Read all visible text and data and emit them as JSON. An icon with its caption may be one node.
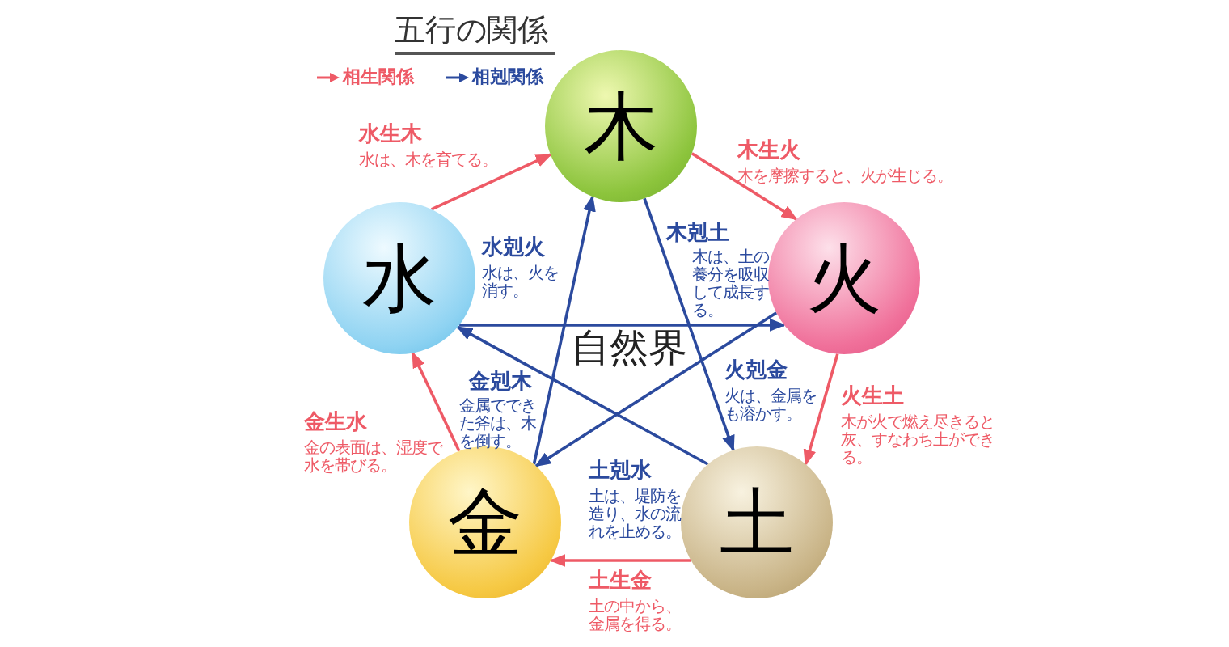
{
  "diagram": {
    "title": "五行の関係",
    "nodes": [
      {
        "text": [
          "木"
        ]
      },
      {
        "text": [
          "火"
        ]
      },
      {
        "text": [
          "土"
        ]
      },
      {
        "text": [
          "金"
        ]
      },
      {
        "text": [
          "水"
        ]
      }
    ],
    "edges": [
      {
        "from": 4,
        "to": 0,
        "arrow": "to",
        "label": "水生木",
        "color": "#ee5a66"
      },
      {
        "from": 0,
        "to": 1,
        "arrow": "to",
        "label": "木生火",
        "color": "#ee5a66"
      },
      {
        "from": 1,
        "to": 2,
        "arrow": "to",
        "label": "火生土",
        "color": "#ee5a66"
      },
      {
        "from": 2,
        "to": 3,
        "arrow": "to",
        "label": "土生金",
        "color": "#ee5a66"
      },
      {
        "from": 3,
        "to": 4,
        "arrow": "to",
        "label": "金生水",
        "color": "#ee5a66"
      },
      {
        "from": 4,
        "to": 1,
        "arrow": "to",
        "label": "水剋火",
        "color": "#2b4a9e"
      },
      {
        "from": 0,
        "to": 2,
        "arrow": "to",
        "label": "木剋土",
        "color": "#2b4a9e"
      },
      {
        "from": 1,
        "to": 3,
        "arrow": "to",
        "label": "火剋金",
        "color": "#2b4a9e"
      },
      {
        "from": 2,
        "to": 4,
        "arrow": "to",
        "label": "土剋水",
        "color": "#2b4a9e"
      },
      {
        "from": 3,
        "to": 0,
        "arrow": "to",
        "label": "金剋木",
        "color": "#2b4a9e"
      }
    ],
    "labels": [
      "自然界",
      "水は、木を育てる。",
      "木を摩擦すると、火が生じる。",
      "木が火で燃え尽きると灰、すなわち土ができる。",
      "土の中から、金属を得る。",
      "金の表面は、湿度で水を帯びる。",
      "水は、火を消す。",
      "木は、土の養分を吸収して成長する。",
      "火は、金属をも溶かす。",
      "土は、堤防を造り、水の流れを止める。",
      "金属でできた斧は、木を倒す。"
    ],
    "legend": [
      {
        "text": "相生関係"
      },
      {
        "text": "相剋関係"
      }
    ]
  }
}
